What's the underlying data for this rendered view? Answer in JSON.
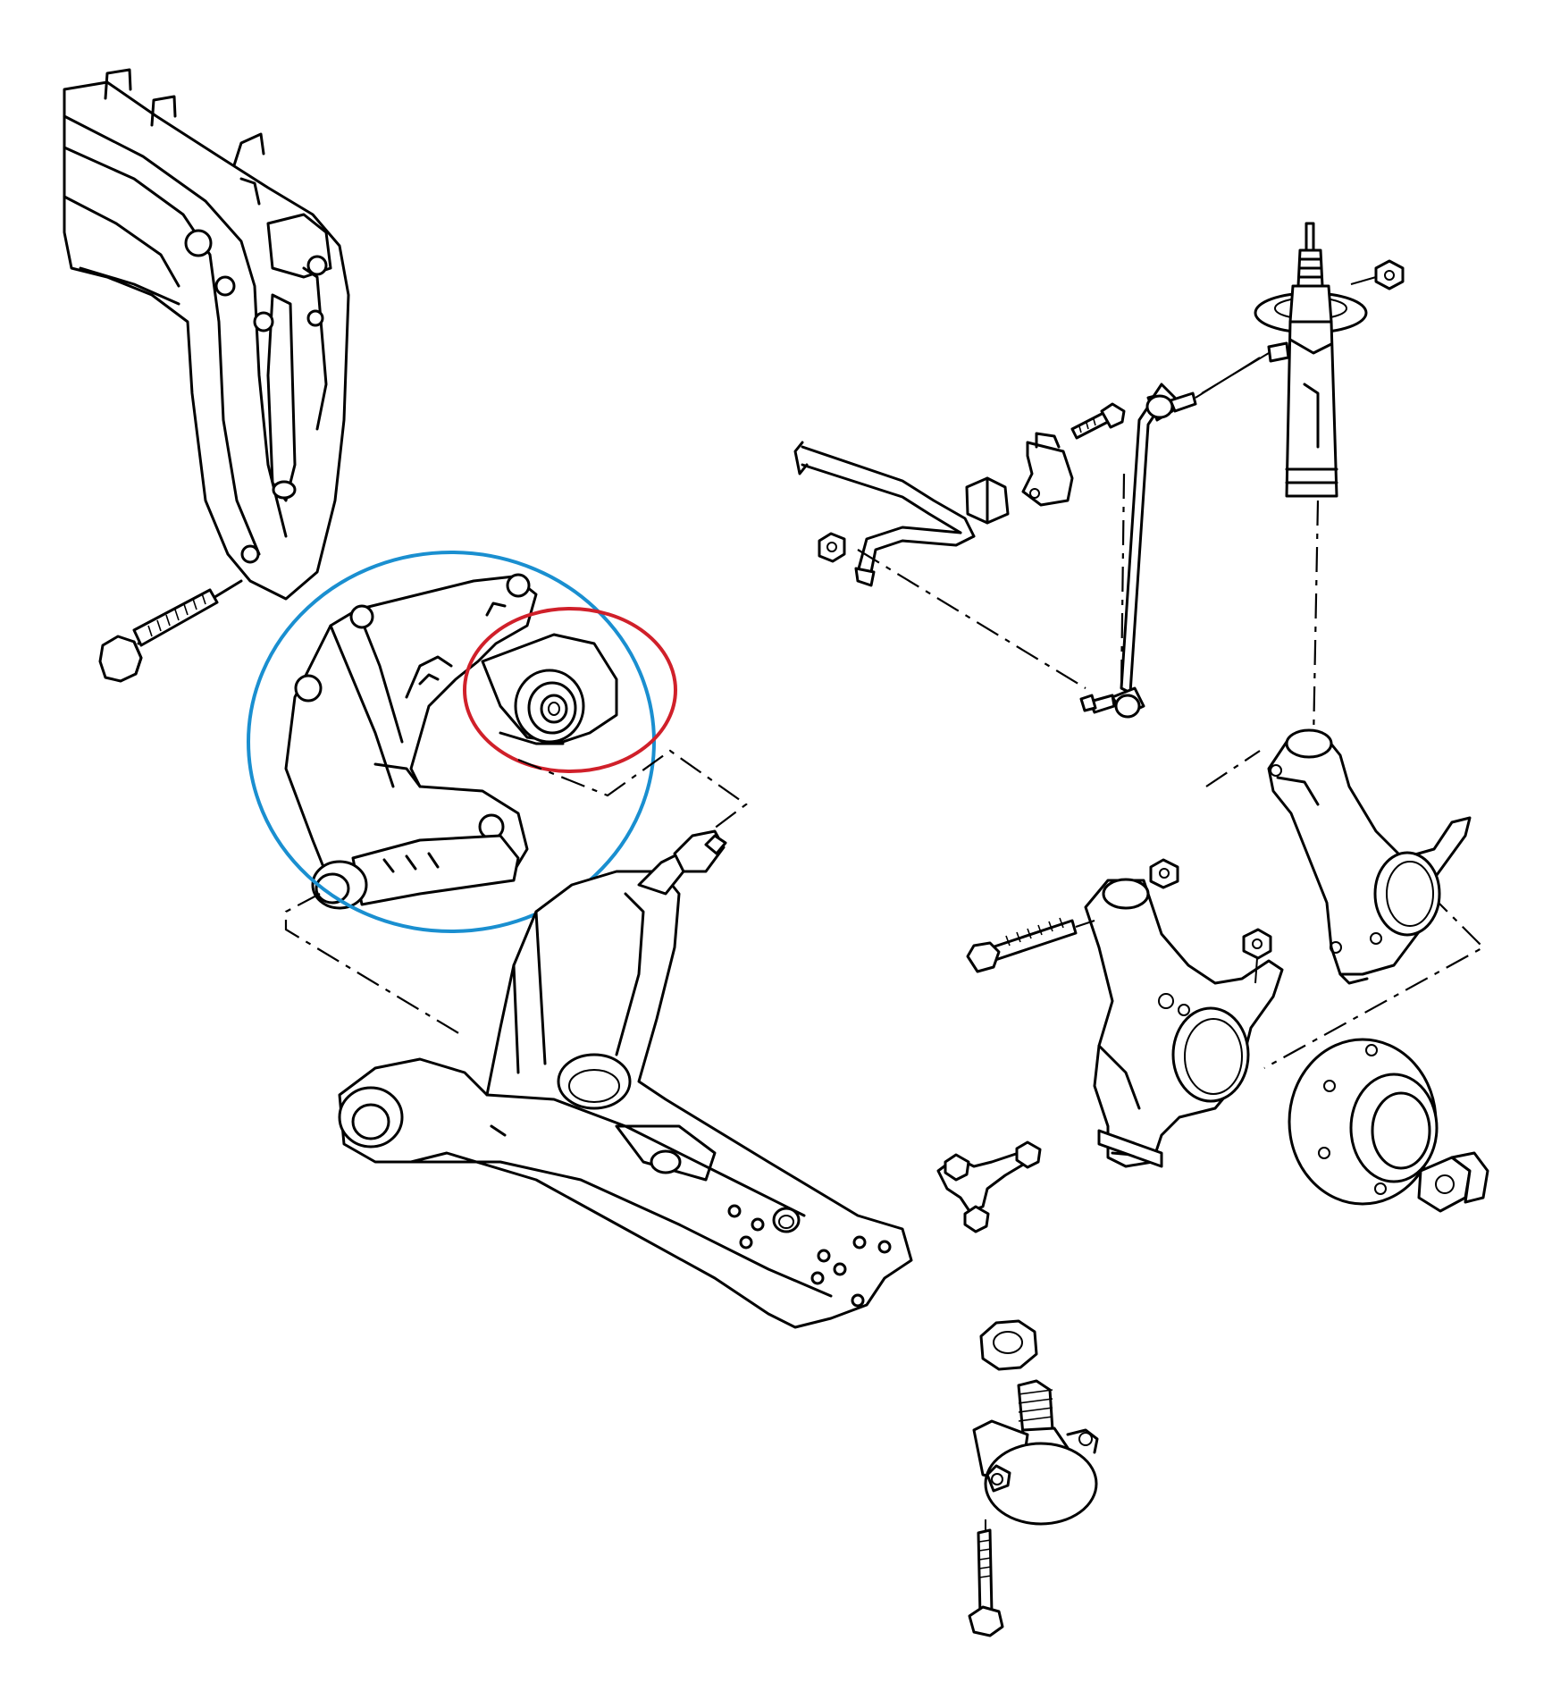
{
  "diagram": {
    "colors": {
      "background": "#ffffff",
      "line": "#000000",
      "highlight_blue": "#1a8fd0",
      "highlight_red": "#d0202a"
    },
    "highlights": [
      {
        "id": "subframe-bracket",
        "color": "blue"
      },
      {
        "id": "rear-bushing",
        "color": "red"
      }
    ],
    "components": [
      "subframe-section",
      "subframe-mounting-bolt",
      "control-arm-bracket",
      "rear-control-arm-bushing",
      "lower-control-arm",
      "anti-roll-bar",
      "anti-roll-bar-bushing",
      "anti-roll-bar-clamp",
      "drop-link",
      "strut",
      "steering-knuckle",
      "wheel-hub",
      "hub-nut",
      "ball-joint",
      "ball-joint-plate",
      "ball-joint-bolt"
    ]
  }
}
